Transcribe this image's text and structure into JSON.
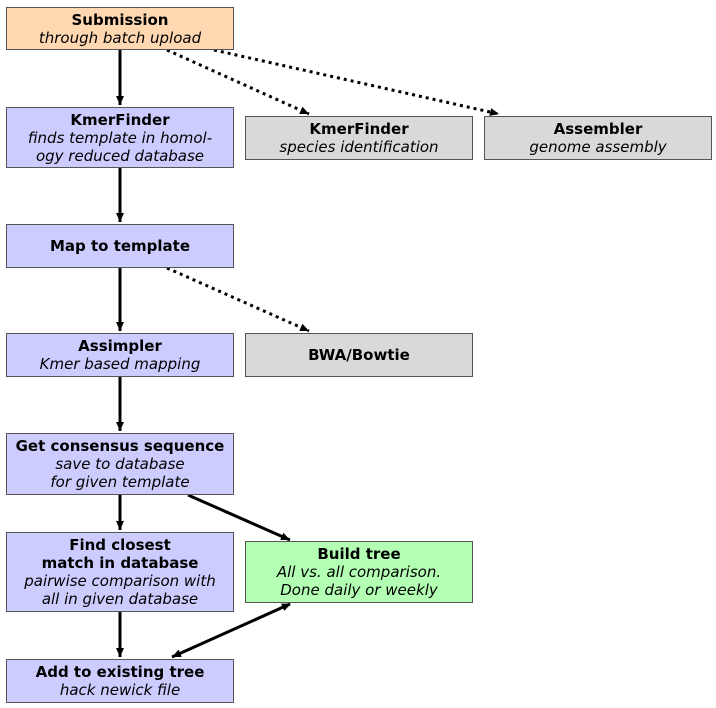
{
  "nodes": {
    "submission": {
      "title": "Submission",
      "lines": [
        "through batch upload"
      ],
      "color": "#ffd8b2"
    },
    "kmerfinder": {
      "title": "KmerFinder",
      "lines": [
        "finds template in homol-",
        "ogy reduced database"
      ],
      "color": "#ccccff"
    },
    "kmerfinder_species": {
      "title": "KmerFinder",
      "lines": [
        "species identification"
      ],
      "color": "#d9d9d9"
    },
    "assembler": {
      "title": "Assembler",
      "lines": [
        "genome assembly"
      ],
      "color": "#d9d9d9"
    },
    "map_template": {
      "title": "Map to template",
      "lines": [],
      "color": "#ccccff"
    },
    "assimpler": {
      "title": "Assimpler",
      "lines": [
        "Kmer based mapping"
      ],
      "color": "#ccccff"
    },
    "bwa_bowtie": {
      "title": "BWA/Bowtie",
      "lines": [],
      "color": "#d9d9d9"
    },
    "consensus": {
      "title": "Get consensus sequence",
      "lines": [
        "save to database",
        "for given template"
      ],
      "color": "#ccccff"
    },
    "closest": {
      "title_lines": [
        "Find closest",
        "match in database"
      ],
      "lines": [
        "pairwise comparison with",
        "all in given database"
      ],
      "color": "#ccccff"
    },
    "build_tree": {
      "title": "Build tree",
      "lines": [
        "All vs. all comparison.",
        "Done daily or weekly"
      ],
      "color": "#b3ffb3"
    },
    "add_tree": {
      "title": "Add to existing tree",
      "lines": [
        "hack newick file"
      ],
      "color": "#ccccff"
    }
  },
  "edges": [
    {
      "from": "submission",
      "to": "kmerfinder",
      "style": "solid"
    },
    {
      "from": "submission",
      "to": "kmerfinder_species",
      "style": "dotted"
    },
    {
      "from": "submission",
      "to": "assembler",
      "style": "dotted"
    },
    {
      "from": "kmerfinder",
      "to": "map_template",
      "style": "solid"
    },
    {
      "from": "map_template",
      "to": "assimpler",
      "style": "solid"
    },
    {
      "from": "map_template",
      "to": "bwa_bowtie",
      "style": "dotted"
    },
    {
      "from": "assimpler",
      "to": "consensus",
      "style": "solid"
    },
    {
      "from": "consensus",
      "to": "closest",
      "style": "solid"
    },
    {
      "from": "consensus",
      "to": "build_tree",
      "style": "solid"
    },
    {
      "from": "closest",
      "to": "add_tree",
      "style": "solid"
    },
    {
      "from": "build_tree",
      "to": "add_tree",
      "style": "solid",
      "bidirectional": true
    }
  ]
}
